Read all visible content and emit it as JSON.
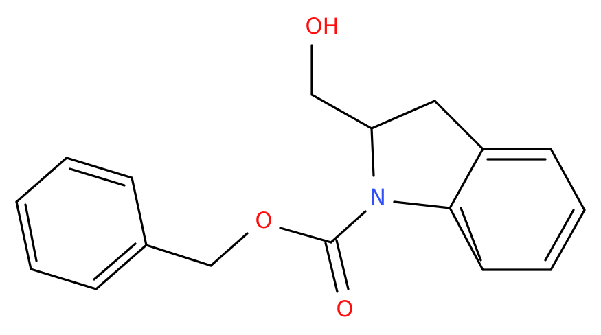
{
  "molecule": {
    "atoms": {
      "hydroxyl": {
        "label": "OH",
        "color": "#ff0d0d"
      },
      "nitrogen": {
        "label": "N",
        "color": "#3050f8"
      },
      "ester_oxygen": {
        "label": "O",
        "color": "#ff0d0d"
      },
      "carbonyl_oxygen": {
        "label": "O",
        "color": "#ff0d0d"
      }
    },
    "bond_color": "#000000"
  }
}
